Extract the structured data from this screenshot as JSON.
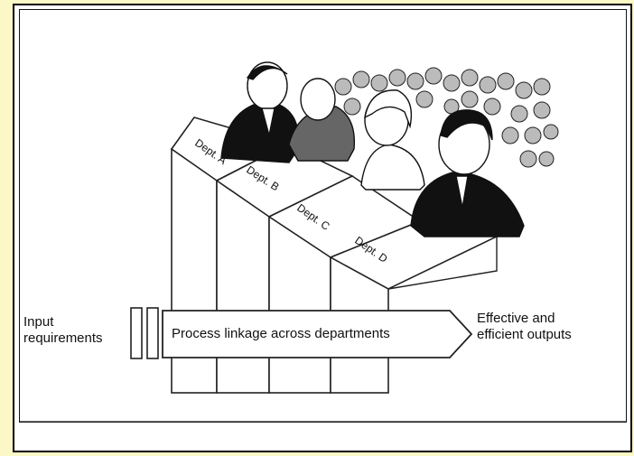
{
  "diagram": {
    "input_label_line1": "Input",
    "input_label_line2": "requirements",
    "process_label": "Process linkage across departments",
    "output_label_line1": "Effective and",
    "output_label_line2": "efficient outputs",
    "departments": [
      "Dept. A",
      "Dept. B",
      "Dept. C",
      "Dept. D"
    ]
  }
}
